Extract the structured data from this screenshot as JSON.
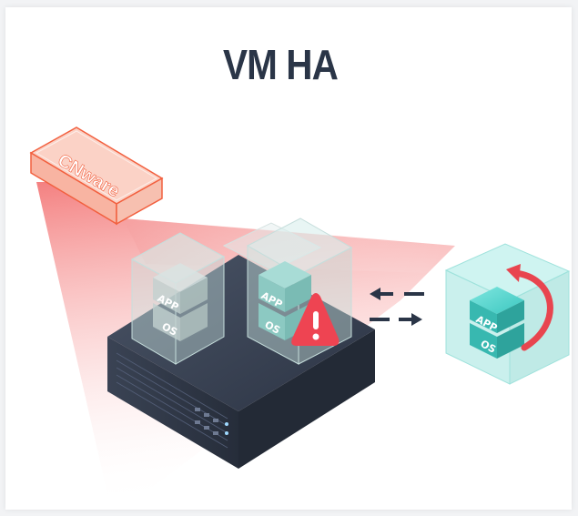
{
  "title": "VM HA",
  "brand": "CNware",
  "host_vms": [
    {
      "app_label": "APP",
      "os_label": "OS"
    },
    {
      "app_label": "APP",
      "os_label": "OS"
    }
  ],
  "migrated_vm": {
    "app_label": "APP",
    "os_label": "OS"
  },
  "colors": {
    "title": "#2a3547",
    "brand_orange": "#f2603f",
    "alert_red": "#ee4452",
    "vm_teal": "#36c9c3",
    "server_dark": "#2f3848"
  },
  "icons": [
    "warning-icon",
    "arrow-left-icon",
    "arrow-right-icon",
    "restart-arrow-icon"
  ]
}
